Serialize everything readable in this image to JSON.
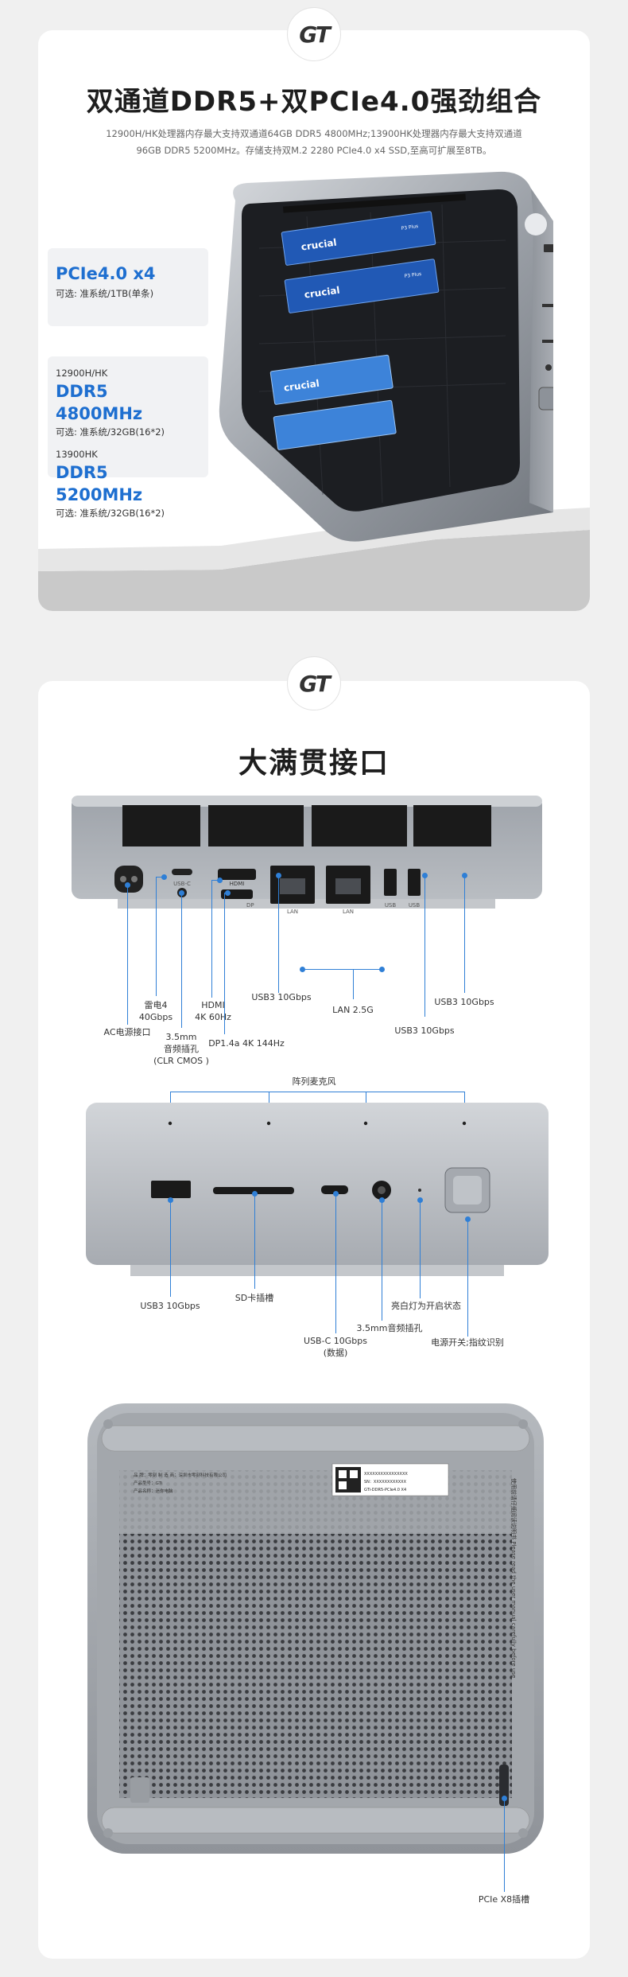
{
  "brand": {
    "logo_text": "GT"
  },
  "section1": {
    "title": "双通道DDR5+双PCIe4.0强劲组合",
    "subtitle_line1": "12900H/HK处理器内存最大支持双通道64GB DDR5 4800MHz;13900HK处理器内存最大支持双通道",
    "subtitle_line2": "96GB DDR5 5200MHz。存储支持双M.2 2280 PCIe4.0 x4 SSD,至高可扩展至8TB。",
    "pcie": {
      "title": "PCIe4.0 x4",
      "option": "可选: 准系统/1TB(单条)"
    },
    "ddr_12900": {
      "cpu": "12900H/HK",
      "title": "DDR5 4800MHz",
      "option": "可选: 准系统/32GB(16*2)"
    },
    "ddr_13900": {
      "cpu": "13900HK",
      "title": "DDR5 5200MHz",
      "option": "可选: 准系统/32GB(16*2)"
    },
    "ssd_brand": "crucial",
    "ssd_model": "P3 Plus",
    "ram_brand": "crucial"
  },
  "section2": {
    "title": "大满贯接口",
    "rear": {
      "port_usbc": "USB-C",
      "port_hdmi": "HDMI",
      "port_dp": "DP",
      "port_lan1": "LAN",
      "port_lan2": "LAN",
      "port_usb1": "USB",
      "port_usb2": "USB",
      "ac": "AC电源接口",
      "tb4_1": "雷电4",
      "tb4_2": "40Gbps",
      "audio_1": "3.5mm",
      "audio_2": "音频插孔",
      "audio_3": "(CLR CMOS )",
      "hdmi_1": "HDMI",
      "hdmi_2": "4K 60Hz",
      "dp": "DP1.4a 4K 144Hz",
      "usb3_a": "USB3 10Gbps",
      "lan": "LAN 2.5G",
      "usb3_b": "USB3 10Gbps",
      "usb3_c": "USB3 10Gbps"
    },
    "front": {
      "mics": "阵列麦克风",
      "usb3": "USB3 10Gbps",
      "sd": "SD卡插槽",
      "usbc_1": "USB-C 10Gbps",
      "usbc_2": "(数据)",
      "audio": "3.5mm音频插孔",
      "led": "亮白灯为开启状态",
      "power": "电源开关;指纹识别"
    },
    "bottom": {
      "pcie_slot": "PCIe X8插槽",
      "label_line1": "XXXXXXXXXXXXXXXX",
      "label_line2": "SN：XXXXXXXXXXXX",
      "label_line3": "GTi-DDR5-PCIe4.0 X4",
      "info_line1": "品 牌：零刻    制 造 商：深圳市零刻科技有限公司",
      "info_line2": "产品型号：GTi",
      "info_line3": "产品名称：迷你电脑",
      "side_text": "使用前请仔细阅读说明书 Please read the user manual carefully before use"
    }
  }
}
